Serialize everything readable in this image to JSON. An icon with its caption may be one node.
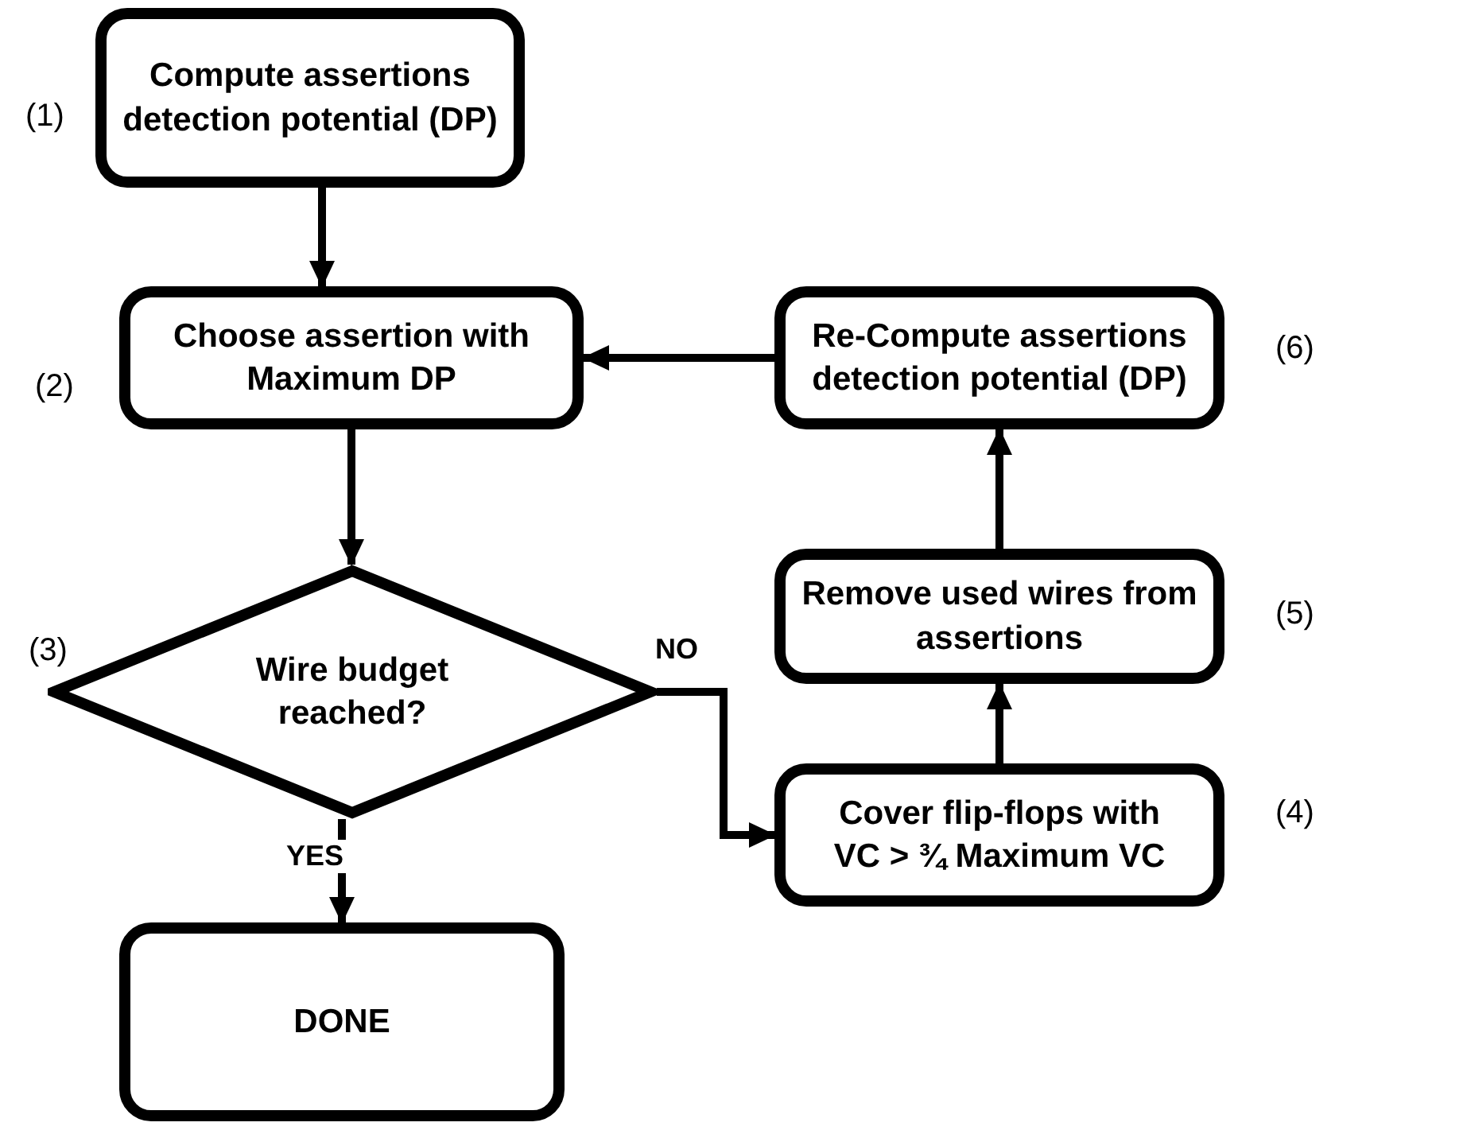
{
  "diagram": {
    "nodes": [
      {
        "text": [
          "Compute assertions detection potential (DP)"
        ],
        "beside": [
          "(1)"
        ]
      },
      {
        "text": [
          "Choose assertion with Maximum DP"
        ],
        "beside": [
          "(2)"
        ]
      },
      {
        "text": [
          "Wire budget reached?"
        ],
        "beside": [
          "(3)"
        ]
      },
      {
        "text": [
          "DONE"
        ]
      },
      {
        "text": [
          "Cover flip-flops with VC > ¾ Maximum VC"
        ],
        "beside": [
          "(4)"
        ]
      },
      {
        "text": [
          "Remove used wires from assertions"
        ],
        "beside": [
          "(5)"
        ]
      },
      {
        "text": [
          "Re-Compute assertions detection potential (DP)"
        ],
        "beside": [
          "(6)"
        ]
      }
    ],
    "edges": [
      {
        "from": 0,
        "to": 1,
        "arrow": "to"
      },
      {
        "from": 1,
        "to": 2,
        "arrow": "to"
      },
      {
        "from": 2,
        "to": 3,
        "arrow": "to",
        "label": "YES"
      },
      {
        "from": 2,
        "to": 4,
        "arrow": "to",
        "label": "NO"
      },
      {
        "from": 4,
        "to": 5,
        "arrow": "to"
      },
      {
        "from": 5,
        "to": 6,
        "arrow": "to"
      },
      {
        "from": 6,
        "to": 1,
        "arrow": "to"
      }
    ]
  }
}
